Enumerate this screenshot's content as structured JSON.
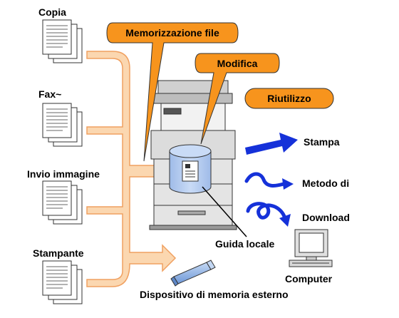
{
  "sources": {
    "copy": "Copia",
    "fax": "Fax~",
    "image_send": "Invio immagine",
    "printer": "Stampante"
  },
  "callouts": {
    "file_storage": "Memorizzazione file",
    "edit": "Modifica",
    "reuse": "Riutilizzo"
  },
  "outputs": {
    "print": "Stampa",
    "method": "Metodo di",
    "download": "Download"
  },
  "labels": {
    "local_drive": "Guida locale",
    "computer": "Computer",
    "external_memory": "Dispositivo di memoria esterno"
  },
  "colors": {
    "callout_fill": "#f7941d",
    "bus_fill": "#fbd7b0",
    "bus_stroke": "#f0a060",
    "cylinder_fill": "#b4cbee",
    "blue_arrow": "#1531d9",
    "usb_fill": "#8fb3e6"
  }
}
